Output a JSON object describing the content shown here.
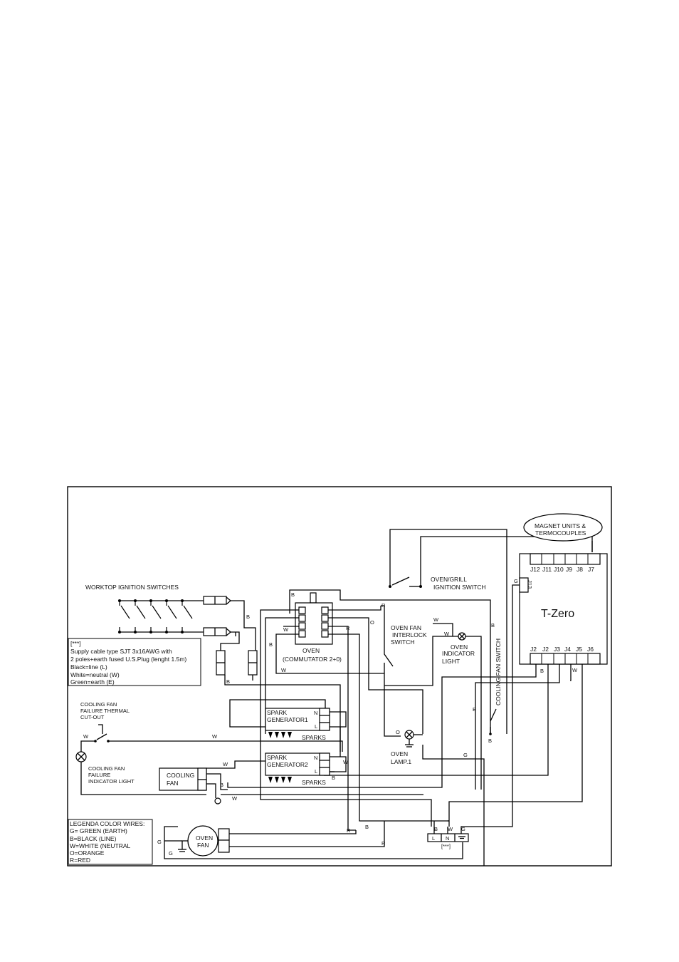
{
  "labels": {
    "worktop": "WORKTOP IGNITION SWITCHES",
    "magnet_l1": "MAGNET UNITS &",
    "magnet_l2": "TERMOCOUPLES",
    "tzero": "T-Zero",
    "oven_grill_l1": "OVEN/GRILL",
    "oven_grill_l2": "IGNITION SWITCH",
    "oven_fan_interlock_l1": "OVEN FAN",
    "oven_fan_interlock_l2": "INTERLOCK",
    "oven_fan_interlock_l3": "SWITCH",
    "oven_indicator_l1": "OVEN",
    "oven_indicator_l2": "INDICATOR",
    "oven_indicator_l3": "LIGHT",
    "cooling_fan_switch": "COOLING FAN SWITCH",
    "commutator_l1": "OVEN",
    "commutator_l2": "(COMMUTATOR 2+0)",
    "spark1_l1": "SPARK",
    "spark1_l2": "GENERATOR1",
    "spark2_l1": "SPARK",
    "spark2_l2": "GENERATOR2",
    "sparks1": "SPARKS",
    "sparks2": "SPARKS",
    "thermal_l1": "COOLING FAN",
    "thermal_l2": "FAILURE THERMAL",
    "thermal_l3": "CUT-OUT",
    "cf_ind_l1": "COOLING FAN",
    "cf_ind_l2": "FAILURE",
    "cf_ind_l3": "INDICATOR LIGHT",
    "cooling_fan_l1": "COOLING",
    "cooling_fan_l2": "FAN",
    "oven_lamp_l1": "OVEN",
    "oven_lamp_l2": "LAMP.1",
    "oven_fan_l1": "OVEN",
    "oven_fan_l2": "FAN",
    "terminal_ref": "[***]"
  },
  "supply_note": [
    "[***]",
    "Supply cable type SJT 3x16AWG with",
    "2 poles+earth fused U.S.Plug (lenght 1.5m)",
    "Black=line (L)",
    "White=neutral (W)",
    "Green=earth (E)"
  ],
  "legend": [
    "LEGENDA COLOR WIRES:",
    "G= GREEN (EARTH)",
    "B=BLACK (LINE)",
    "W=WHITE (NEUTRAL",
    "O=ORANGE",
    "R=RED"
  ],
  "connectors_top": [
    "J12",
    "J11",
    "J10",
    "J9",
    "J8",
    "J7"
  ],
  "connectors_bottom": [
    "J2",
    "J2",
    "J3",
    "J4",
    "J5",
    "J6"
  ],
  "connector_side": "J13",
  "terminal_letters": {
    "n1": "N",
    "l1": "L",
    "n2": "N",
    "l2": "L",
    "tb1": "L",
    "tb2": "N"
  },
  "wire_codes": {
    "b": "B",
    "w": "W",
    "g": "G",
    "r": "R",
    "o": "O"
  }
}
